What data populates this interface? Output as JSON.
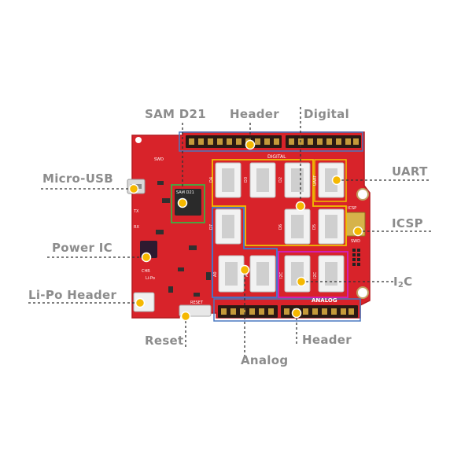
{
  "labels": {
    "sam_d21": "SAM D21",
    "header_top": "Header",
    "digital": "Digital",
    "micro_usb": "Micro-USB",
    "uart": "UART",
    "icsp": "ICSP",
    "power_ic": "Power IC",
    "i2c_prefix": "I",
    "i2c_sub": "2",
    "i2c_suffix": "C",
    "lipo_header": "Li-Po Header",
    "reset": "Reset",
    "header_bottom": "Header",
    "analog": "Analog"
  },
  "board": {
    "chip_label": "SAM D21",
    "digital_silk": "DIGITAL",
    "analog_silk": "ANALOG",
    "swd_silk": "SWD",
    "swd_silk2": "SWD",
    "icsp_silk": "ICSP",
    "chr_silk": "CHR",
    "lipo_silk": "Li-Po",
    "reset_silk": "RESET",
    "tx_silk": "TX",
    "rx_silk": "RX",
    "grove_labels": [
      "D4",
      "D3",
      "D2",
      "UART",
      "D7",
      "D6",
      "D5",
      "A0",
      "A1",
      "I2C",
      "I2C"
    ]
  },
  "colors": {
    "board": "#d8232a",
    "label": "#8c8c8c",
    "marker": "#f5b800",
    "box_digital": "#f0c000",
    "box_analog": "#3a7bd5",
    "box_i2c": "#d020c0",
    "box_sam": "#3cb043",
    "box_header": "#4a78c0"
  }
}
